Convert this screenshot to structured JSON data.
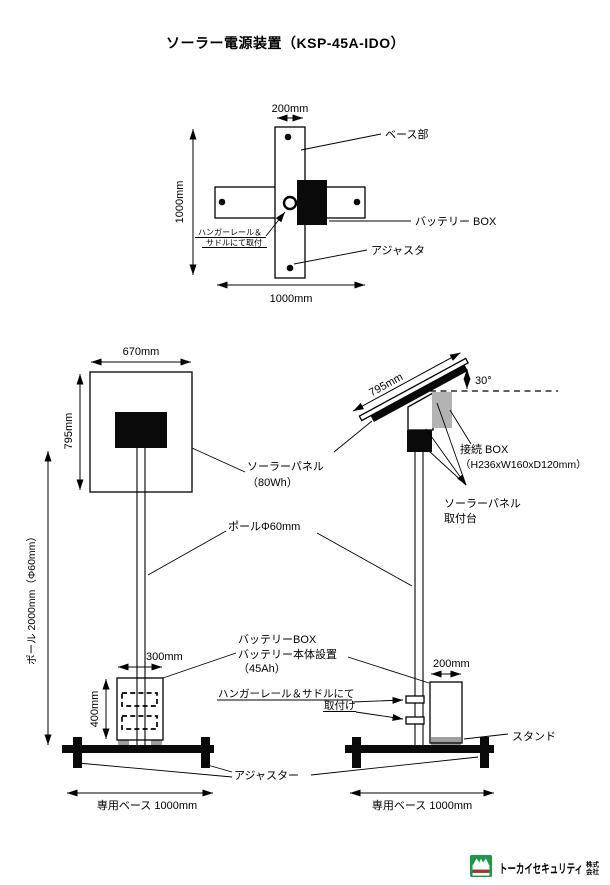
{
  "title": "ソーラー電源装置（KSP-45A-IDO）",
  "top_view": {
    "dim_width": "200mm",
    "dim_height": "1000mm",
    "dim_base_width": "1000mm",
    "label_base": "ベース部",
    "label_battery_box": "バッテリー BOX",
    "label_adjuster": "アジャスタ",
    "hanger_note_line1": "ハンガーレール＆",
    "hanger_note_line2": "サドルにて取付"
  },
  "front_view": {
    "dim_panel_width": "670mm",
    "dim_panel_height": "795mm",
    "dim_pole_height": "ポール 2000mm（Φ60mm）",
    "solar_panel_line1": "ソーラーパネル",
    "solar_panel_line2": "（80Wh）",
    "label_pole": "ポールΦ60mm",
    "dim_battery_width": "300mm",
    "dim_battery_height": "400mm",
    "battery_line1": "バッテリーBOX",
    "battery_line2": "バッテリー本体設置",
    "battery_line3": "（45Ah）",
    "hanger_note_line1": "ハンガーレール＆サドルにて",
    "hanger_note_line2": "取付け",
    "label_adjuster": "アジャスター",
    "dim_base": "専用ベース 1000mm"
  },
  "side_view": {
    "dim_panel_length": "795mm",
    "angle": "30°",
    "junction_line1": "接続 BOX",
    "junction_line2": "（H236xW160xD120mm）",
    "mount_line1": "ソーラーパネル",
    "mount_line2": "取付台",
    "dim_battery_width": "200mm",
    "label_stand": "スタンド",
    "dim_base": "専用ベース 1000mm"
  },
  "logo": {
    "company": "トーカイセキュリティ",
    "suffix_top": "株式",
    "suffix_bottom": "会社"
  }
}
